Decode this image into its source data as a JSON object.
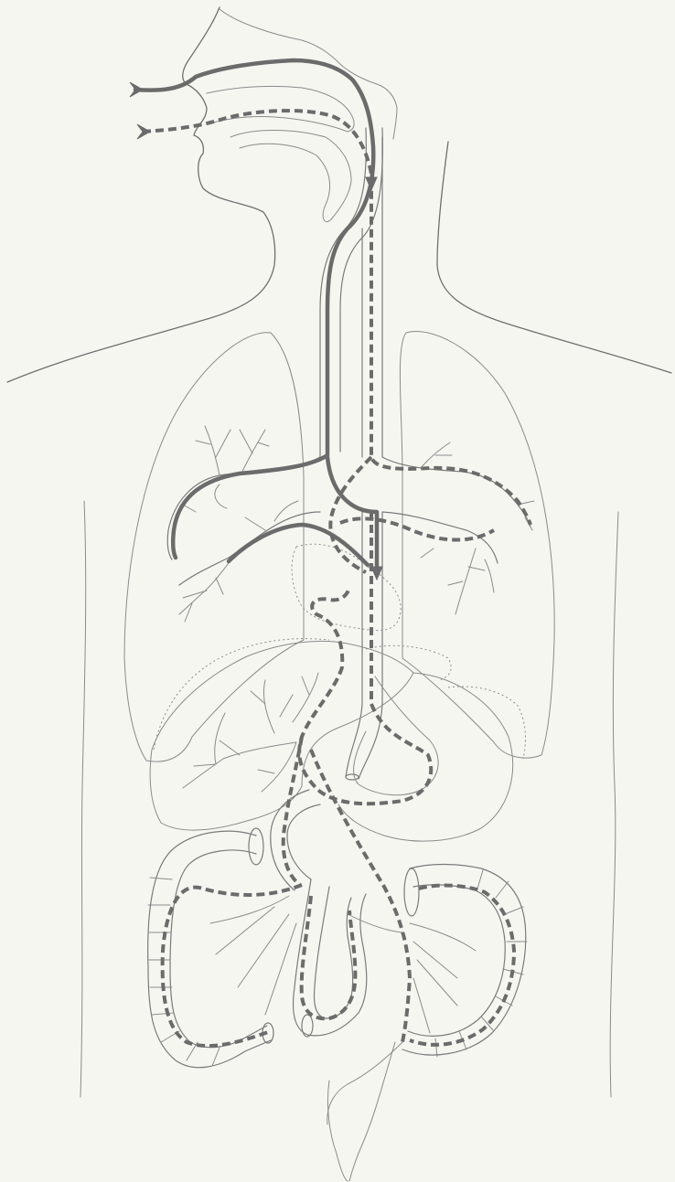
{
  "figure": {
    "labels": [],
    "colors": {
      "background": "#f6f6f1",
      "outline": "#6f6f6f",
      "path": "#6b6b6b"
    }
  },
  "paths": [
    {
      "id": "air-path",
      "style": "solid"
    },
    {
      "id": "food-path",
      "style": "dashed"
    }
  ]
}
